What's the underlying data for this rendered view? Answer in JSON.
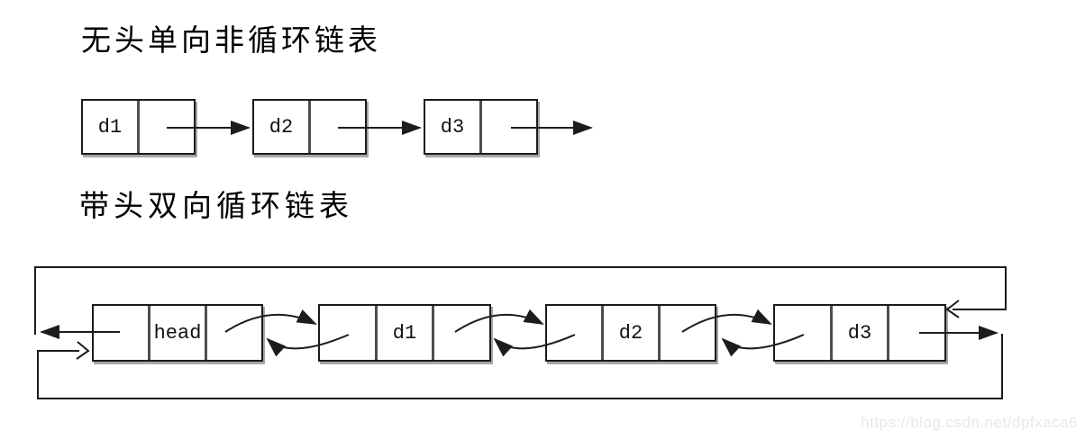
{
  "colors": {
    "line": "#1c1c1c",
    "divider": "#4e4e4e",
    "box_shadow": "#a6a6a6",
    "watermark": "#e8e8eb",
    "background": "#ffffff"
  },
  "section1": {
    "title": "无头单向非循环链表",
    "list_type": "singly-linked non-circular list without head node",
    "nodes": [
      {
        "label": "d1"
      },
      {
        "label": "d2"
      },
      {
        "label": "d3"
      }
    ]
  },
  "section2": {
    "title": "带头双向循环链表",
    "list_type": "doubly-linked circular list with head node",
    "nodes": [
      {
        "label": "head"
      },
      {
        "label": "d1"
      },
      {
        "label": "d2"
      },
      {
        "label": "d3"
      }
    ]
  },
  "watermark": {
    "text": "https://blog.csdn.net/dpfxaca6"
  }
}
